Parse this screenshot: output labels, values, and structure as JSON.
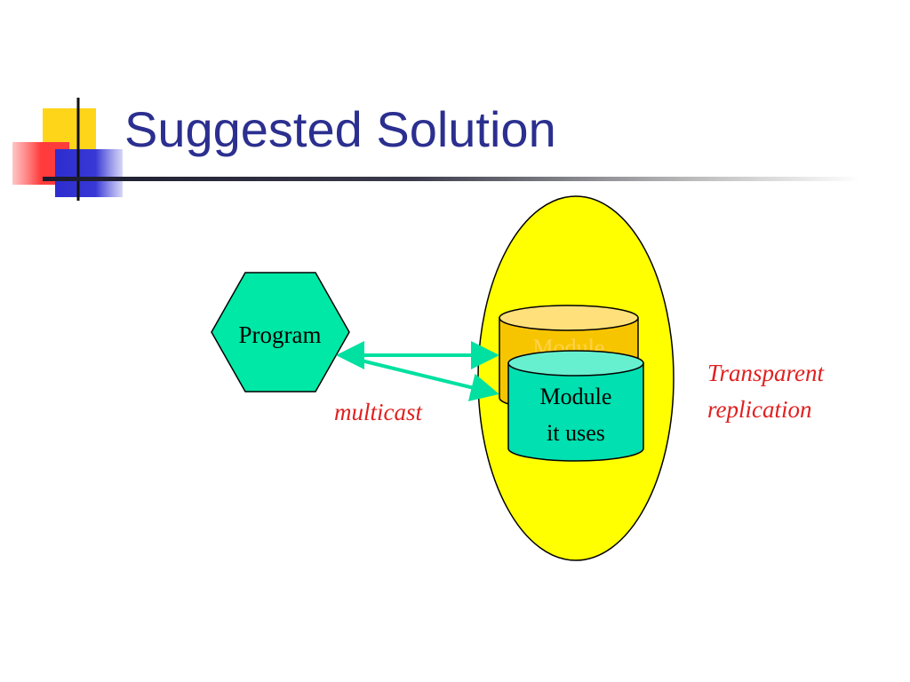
{
  "slide": {
    "title": "Suggested Solution"
  },
  "diagram": {
    "program_label": "Program",
    "back_module_label": "Module",
    "front_module_line1": "Module",
    "front_module_line2": "it uses",
    "multicast_label": "multicast",
    "replication_line1": "Transparent",
    "replication_line2": "replication"
  },
  "colors": {
    "title": "#2b2f8f",
    "ellipse_fill": "#ffff00",
    "program_fill": "#00e8a6",
    "front_cylinder_fill": "#00e0b0",
    "back_cylinder_fill": "#f7c500",
    "arrow": "#00e0a0",
    "annotation": "#e02020"
  }
}
